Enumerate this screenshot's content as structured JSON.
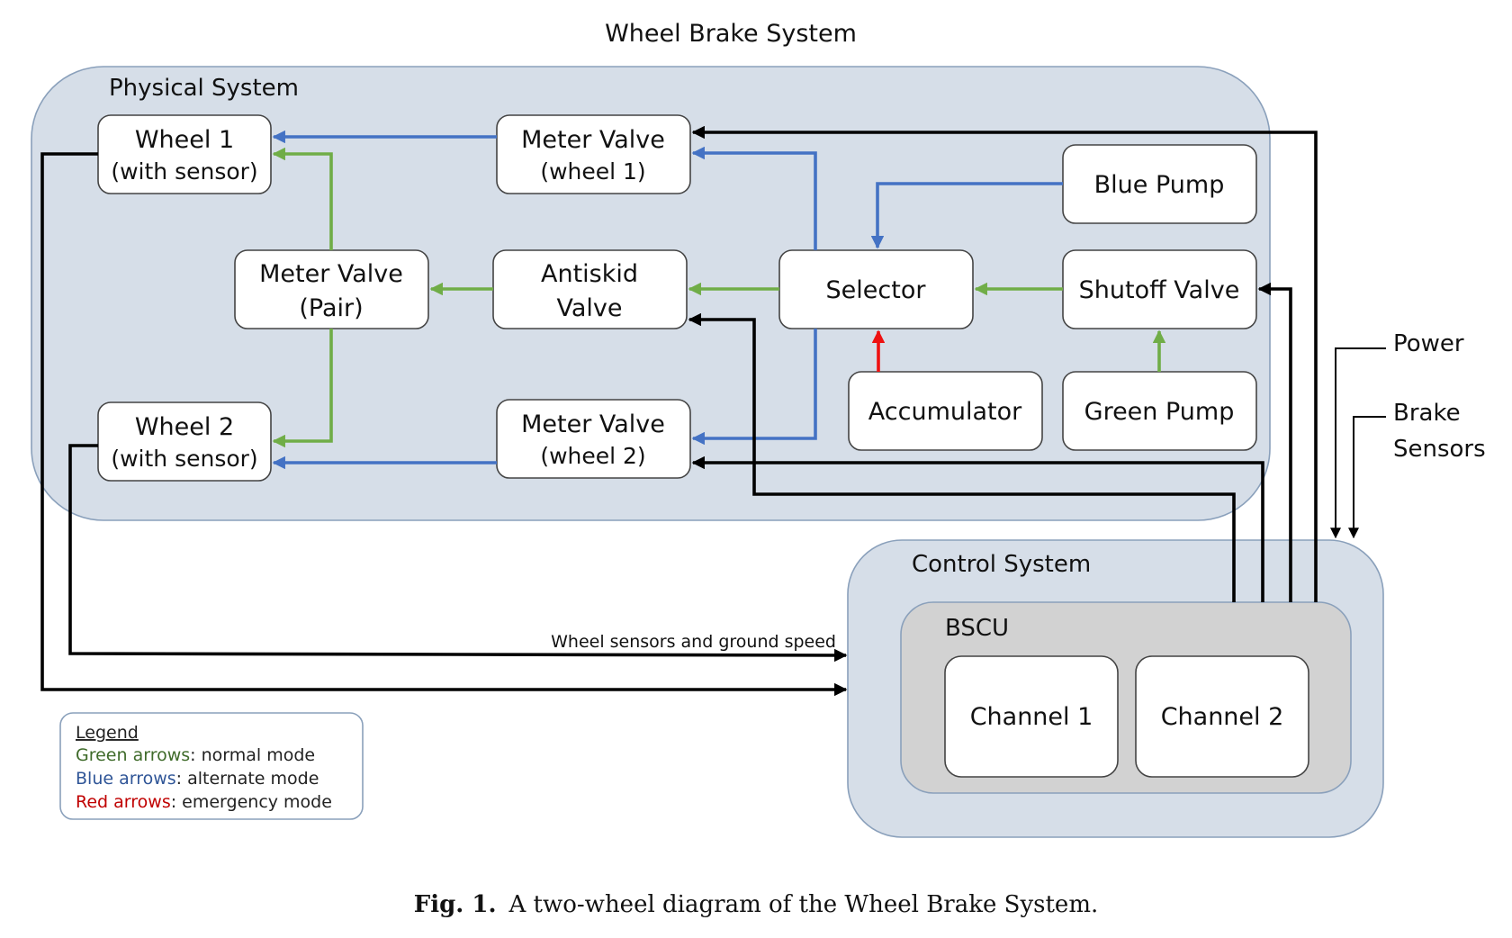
{
  "title": "Wheel Brake System",
  "groups": {
    "physical": "Physical System",
    "control": "Control System",
    "bscu": "BSCU"
  },
  "boxes": {
    "wheel1": [
      "Wheel 1",
      "(with sensor)"
    ],
    "wheel2": [
      "Wheel 2",
      "(with sensor)"
    ],
    "meter_valve_wheel1": [
      "Meter Valve",
      "(wheel 1)"
    ],
    "meter_valve_wheel2": [
      "Meter Valve",
      "(wheel 2)"
    ],
    "meter_valve_pair": [
      "Meter Valve",
      "(Pair)"
    ],
    "antiskid_valve": [
      "Antiskid",
      "Valve"
    ],
    "selector": "Selector",
    "blue_pump": "Blue Pump",
    "shutoff_valve": "Shutoff Valve",
    "accumulator": "Accumulator",
    "green_pump": "Green Pump",
    "channel1": "Channel 1",
    "channel2": "Channel 2"
  },
  "inputs": {
    "power": "Power",
    "brake_sensors": [
      "Brake",
      "Sensors"
    ]
  },
  "wheel_sensor_label": "Wheel sensors and ground speed",
  "legend": {
    "title": "Legend",
    "items": [
      {
        "color_name": "Green arrows",
        "desc": ": normal mode",
        "color": "#3f6b2a"
      },
      {
        "color_name": "Blue arrows",
        "desc": ": alternate mode",
        "color": "#2f5597"
      },
      {
        "color_name": "Red arrows",
        "desc": ": emergency mode",
        "color": "#c00000"
      }
    ]
  },
  "colors": {
    "normal": "#70ad47",
    "alternate": "#4472c4",
    "emergency": "#ee1111",
    "group_fill": "#d6dee8",
    "bscu_fill": "#d2d2d2"
  },
  "caption": {
    "label": "Fig. 1.",
    "text": "A two-wheel diagram of the Wheel Brake System."
  }
}
